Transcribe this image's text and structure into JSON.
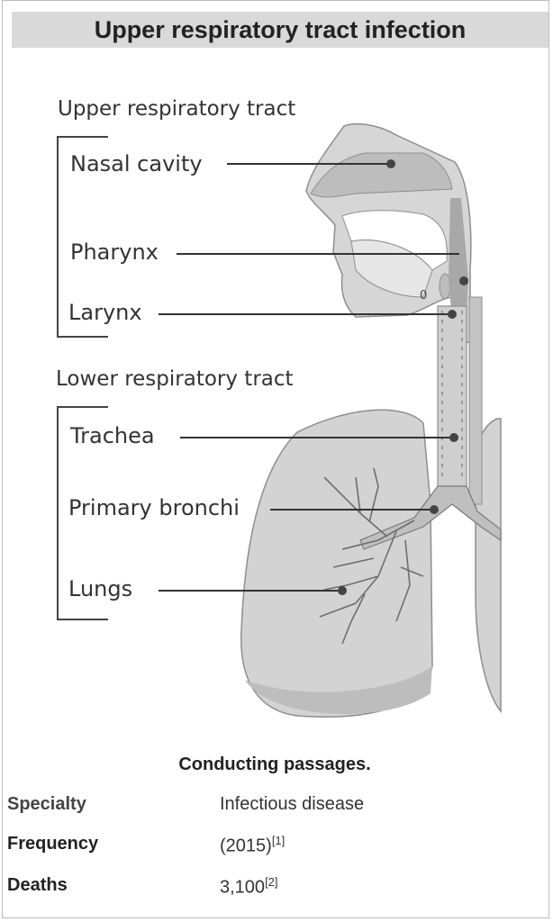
{
  "infobox": {
    "title": "Upper respiratory tract infection",
    "caption": "Conducting passages.",
    "rows": [
      {
        "key": "Specialty",
        "value": "Infectious disease",
        "ref": ""
      },
      {
        "key": "Frequency",
        "value": "(2015)",
        "ref": "[1]"
      },
      {
        "key": "Deaths",
        "value": "3,100",
        "ref": "[2]"
      }
    ]
  },
  "diagram": {
    "upper_heading": "Upper respiratory tract",
    "lower_heading": "Lower respiratory tract",
    "labels": {
      "nasal_cavity": "Nasal cavity",
      "pharynx": "Pharynx",
      "larynx": "Larynx",
      "trachea": "Trachea",
      "primary_bronchi": "Primary bronchi",
      "lungs": "Lungs"
    },
    "small_mark": "0"
  }
}
